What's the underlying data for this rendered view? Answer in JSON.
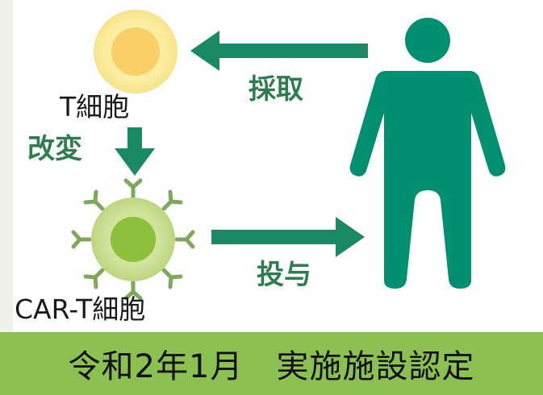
{
  "cells": {
    "t_cell_label": "T細胞",
    "car_t_cell_label": "CAR-T細胞"
  },
  "actions": {
    "collect": "採取",
    "modify": "改変",
    "administer": "投与"
  },
  "footer": {
    "text": "令和2年1月　実施施設認定"
  },
  "colors": {
    "arrow_green": "#1a8a66",
    "label_green": "#2e7d4f",
    "person_green": "#009070",
    "t_cell_outer": "#fbeea0",
    "t_cell_inner": "#fbcf68",
    "car_t_outer": "#c5dd8e",
    "car_t_inner": "#8cbf3c",
    "receptor": "#7fa85a",
    "footer_bg": "#8cc152"
  }
}
